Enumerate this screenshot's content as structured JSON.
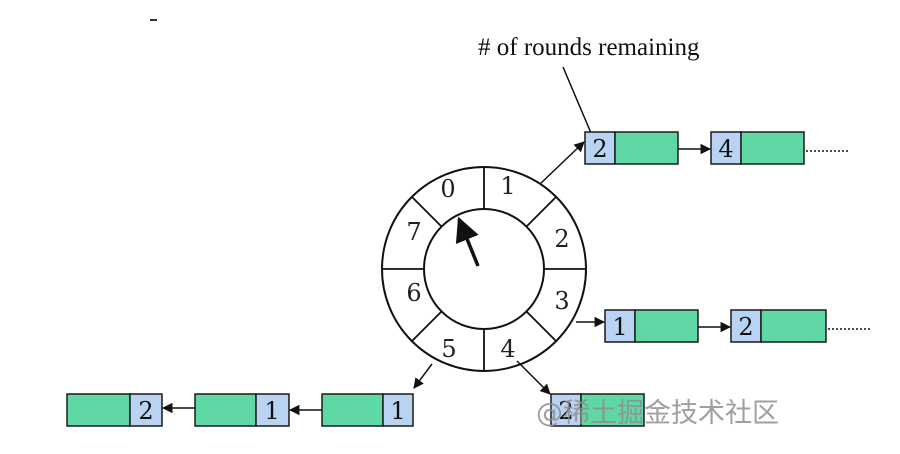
{
  "caption": "# of rounds remaining",
  "wheel": {
    "slots": [
      "0",
      "1",
      "2",
      "3",
      "4",
      "5",
      "6",
      "7"
    ]
  },
  "lists": {
    "slot1": [
      "2",
      "4"
    ],
    "slot3": [
      "1",
      "2"
    ],
    "slot4": [
      "2"
    ],
    "slot5": [
      "1",
      "1",
      "2"
    ]
  },
  "watermark": "@稀土掘金技术社区",
  "colors": {
    "cell": "#5fd8a6",
    "num_cell": "#b9d3f3",
    "stroke": "#1a1a1a"
  }
}
